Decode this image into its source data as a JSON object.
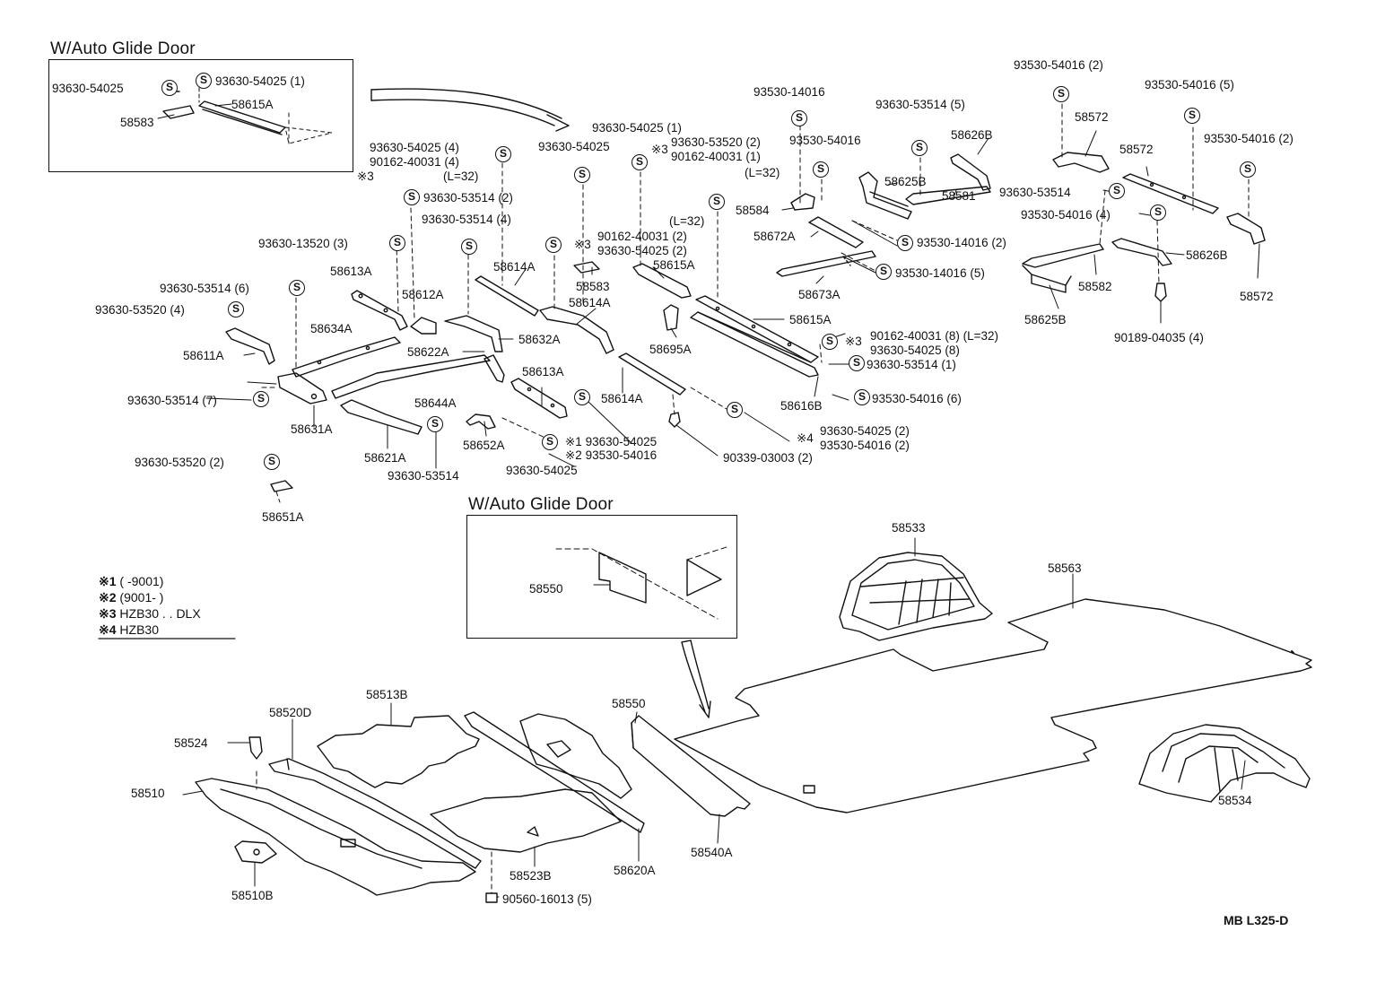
{
  "insets": [
    {
      "title": "W/Auto Glide Door"
    },
    {
      "title": "W/Auto Glide Door"
    }
  ],
  "labels": {
    "i1_a": "93630-54025",
    "i1_b": "93630-54025 (1)",
    "i1_c": "58615A",
    "i1_d": "58583",
    "l01": "93630-54025 (4)",
    "l02": "90162-40031 (4)",
    "l03": "(L=32)",
    "l04": "※3",
    "l05": "93630-53514 (2)",
    "l06": "93630-53514 (4)",
    "l07": "93630-13520 (3)",
    "l08": "58613A",
    "l09": "58612A",
    "l10": "93630-53514 (6)",
    "l11": "93630-53520 (4)",
    "l12": "58611A",
    "l13": "58634A",
    "l14": "93630-53514 (7)",
    "l15": "58631A",
    "l16": "58621A",
    "l17": "93630-53520 (2)",
    "l18": "58651A",
    "l19": "93630-54025",
    "l20": "58614A",
    "l21": "58614A",
    "l22": "58632A",
    "l23": "58622A",
    "l24": "58613A",
    "l25": "58644A",
    "l26": "58652A",
    "l27": "93630-53514",
    "l28": "58614A",
    "l29": "※1 93630-54025",
    "l30": "※2 93530-54016",
    "l31": "93630-54025",
    "l32": "58583",
    "l33": "93630-54025 (1)",
    "l34": "93630-53520 (2)",
    "l35": "90162-40031 (1)",
    "l36": "(L=32)",
    "l37": "※3",
    "l38": "(L=32)",
    "l39": "90162-40031 (2)",
    "l40": "93630-54025 (2)",
    "l41": "58615A",
    "l42": "58695A",
    "l43": "90339-03003 (2)",
    "l44": "※3",
    "l45": "93530-14016",
    "l46": "93530-54016",
    "l47": "58584",
    "l48": "58672A",
    "l49": "58673A",
    "l50": "93530-14016 (2)",
    "l51": "93530-14016 (5)",
    "l52": "58615A",
    "l53": "90162-40031 (8) (L=32)",
    "l54": "93630-54025 (8)",
    "l55": "93630-53514 (1)",
    "l56": "58616B",
    "l57": "93530-54016 (6)",
    "l58": "※4",
    "l59": "93630-54025 (2)",
    "l60": "93530-54016 (2)",
    "l61": "93630-53514 (5)",
    "l62": "58625B",
    "l63": "58626B",
    "l64": "58581",
    "l65": "93530-54016 (2)",
    "l66": "58572",
    "l67": "93530-54016 (5)",
    "l68": "58572",
    "l69": "93530-54016 (2)",
    "l70": "93630-53514",
    "l71": "93530-54016 (4)",
    "l72": "58626B",
    "l73": "58572",
    "l74": "58582",
    "l75": "58625B",
    "l76": "90189-04035 (4)",
    "l77": "58550",
    "l78": "58533",
    "l79": "58563",
    "l80": "58534",
    "l81": "58513B",
    "l82": "58520D",
    "l83": "58524",
    "l84": "58510",
    "l85": "58510B",
    "l86": "58523B",
    "l87": "58550",
    "l88": "58620A",
    "l89": "58540A",
    "l90": "90560-16013 (5)",
    "l91": "※3"
  },
  "symbol_S": "S",
  "legend": [
    {
      "mark": "※1",
      "text": "(        -9001)"
    },
    {
      "mark": "※2",
      "text": "(9001-        )"
    },
    {
      "mark": "※3",
      "text": "HZB30 . . DLX"
    },
    {
      "mark": "※4",
      "text": "HZB30"
    }
  ],
  "code": "MB L325-D"
}
